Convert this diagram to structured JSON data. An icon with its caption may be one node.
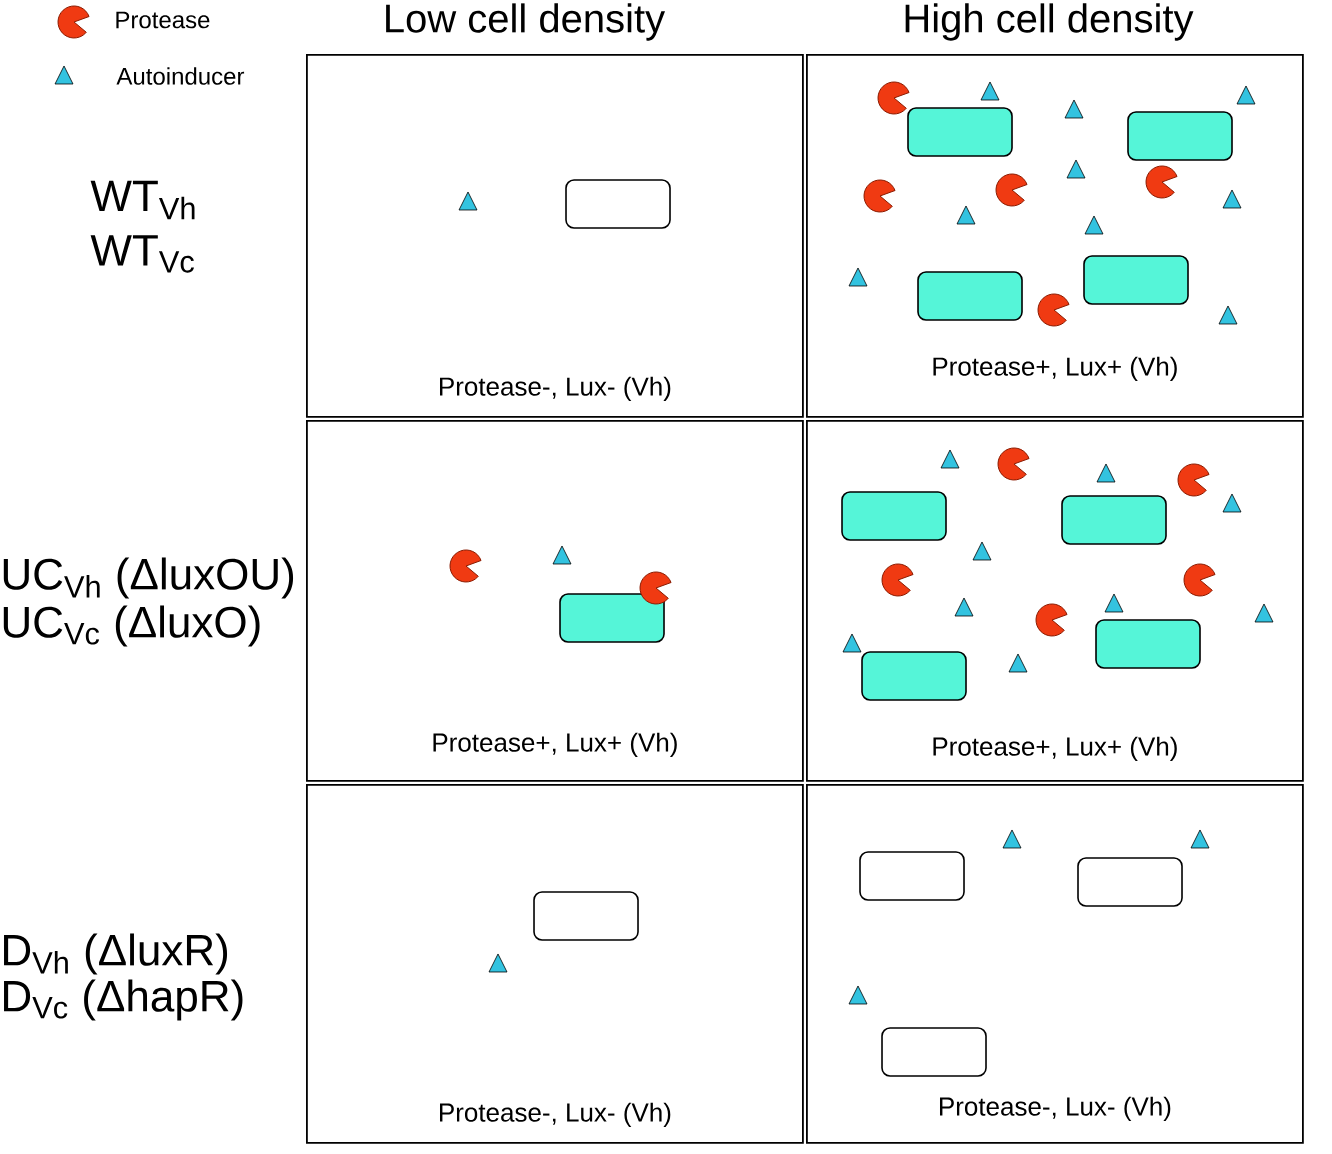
{
  "diagram": {
    "nodes": [
      {
        "text": [
          "Protease-, Lux- (Vh)"
        ]
      },
      {
        "text": [
          "Protease+, Lux+ (Vh)"
        ]
      },
      {
        "text": [
          "Protease+, Lux+ (Vh)"
        ]
      },
      {
        "text": [
          "Protease+, Lux+ (Vh)"
        ]
      },
      {
        "text": [
          "Protease-, Lux- (Vh)"
        ]
      },
      {
        "text": [
          "Protease-, Lux- (Vh)"
        ]
      }
    ],
    "labels": [
      "Low cell density",
      "High cell density",
      "WT$_{Vh}$",
      "WT$_{Vc}$",
      "UC$_{Vh}$ (ΔluxOU)",
      "UC$_{Vc}$ (ΔluxO)",
      "D$_{Vh}$ (ΔluxR)",
      "D$_{Vc}$ (ΔhapR)"
    ],
    "legend": [
      {
        "text": "Protease"
      },
      {
        "text": "Autoinducer"
      }
    ]
  }
}
